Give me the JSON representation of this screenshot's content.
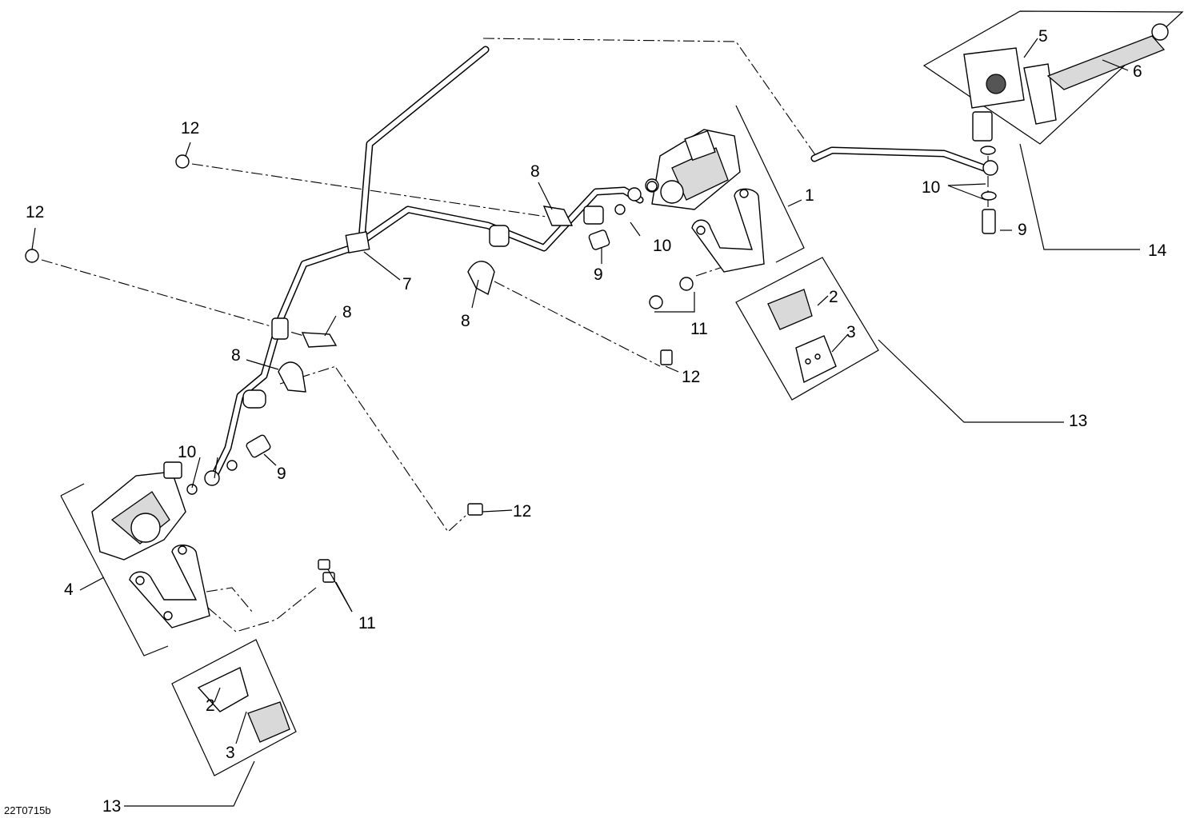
{
  "diagram_code": "22T0715b",
  "callouts": [
    {
      "id": "c1",
      "label": "1"
    },
    {
      "id": "c2a",
      "label": "2"
    },
    {
      "id": "c3a",
      "label": "3"
    },
    {
      "id": "c2b",
      "label": "2"
    },
    {
      "id": "c3b",
      "label": "3"
    },
    {
      "id": "c4",
      "label": "4"
    },
    {
      "id": "c5",
      "label": "5"
    },
    {
      "id": "c6",
      "label": "6"
    },
    {
      "id": "c7",
      "label": "7"
    },
    {
      "id": "c8a",
      "label": "8"
    },
    {
      "id": "c8b",
      "label": "8"
    },
    {
      "id": "c8c",
      "label": "8"
    },
    {
      "id": "c8d",
      "label": "8"
    },
    {
      "id": "c9a",
      "label": "9"
    },
    {
      "id": "c9b",
      "label": "9"
    },
    {
      "id": "c9c",
      "label": "9"
    },
    {
      "id": "c10a",
      "label": "10"
    },
    {
      "id": "c10b",
      "label": "10"
    },
    {
      "id": "c10c",
      "label": "10"
    },
    {
      "id": "c11a",
      "label": "11"
    },
    {
      "id": "c11b",
      "label": "11"
    },
    {
      "id": "c12a",
      "label": "12"
    },
    {
      "id": "c12b",
      "label": "12"
    },
    {
      "id": "c12c",
      "label": "12"
    },
    {
      "id": "c12d",
      "label": "12"
    },
    {
      "id": "c13a",
      "label": "13"
    },
    {
      "id": "c13b",
      "label": "13"
    },
    {
      "id": "c14",
      "label": "14"
    }
  ]
}
